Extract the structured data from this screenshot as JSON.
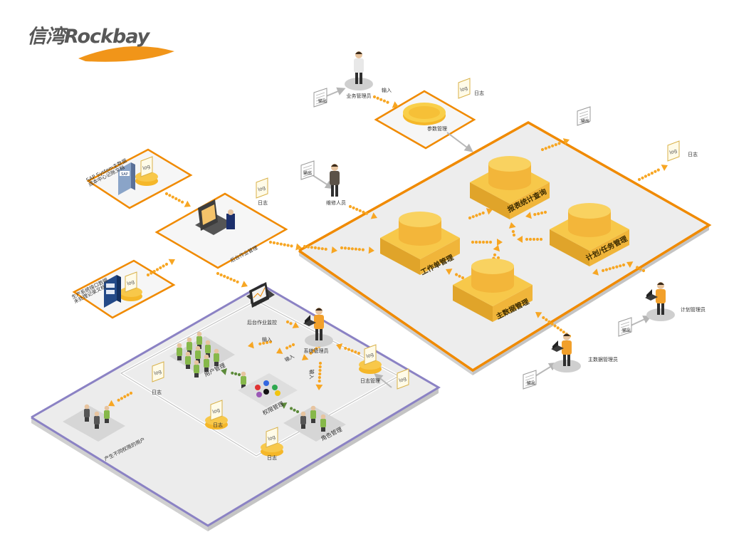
{
  "brand": {
    "name": "信湾Rockbay",
    "accent": "#f08a00"
  },
  "colors": {
    "orange": "#f08a00",
    "purple": "#8b82c4",
    "module": "#f7c84a",
    "module_dark": "#e0a42a",
    "arrow": "#f7a623"
  },
  "modules": {
    "workorder": "工作单管理",
    "report": "报表统计查询",
    "plan": "计划/任务管理",
    "master": "主数据管理",
    "param": "参数管理",
    "user": "用户管理",
    "perm": "权限管理",
    "role": "角色管理"
  },
  "roles": {
    "business_admin": "业务管理员",
    "maint_staff": "维修人员",
    "plan_admin": "计划管理员",
    "masterdata_admin": "主数据管理员",
    "sys_admin": "系统管理员",
    "unauth_user": "产生不同权限的用户"
  },
  "sources": {
    "sap": "SAP System主数据\n成本中心记账文档",
    "ehs": "生产系统接口数据\n未处理记录文档",
    "backend": "后台作业管理",
    "monitor": "后台作业监控"
  },
  "words": {
    "log": "日志",
    "log_mgmt": "日志管理",
    "input": "输入",
    "output": "输出",
    "log_tag": "log"
  }
}
